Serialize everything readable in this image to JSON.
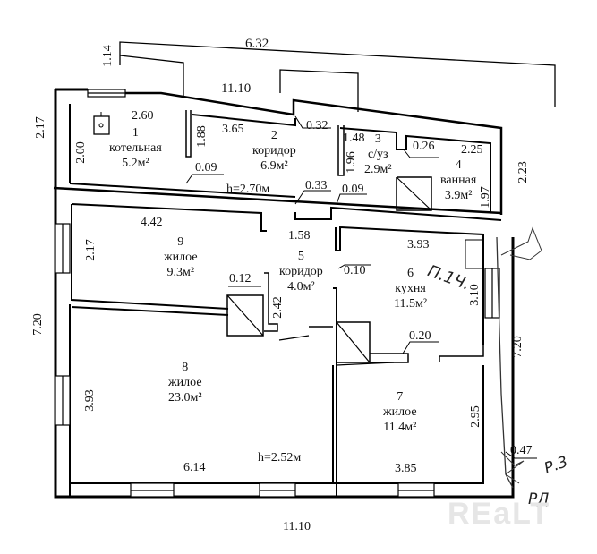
{
  "plan": {
    "rooms": [
      {
        "num": "1",
        "name": "котельная",
        "area": "5.2м²"
      },
      {
        "num": "2",
        "name": "коридор",
        "area": "6.9м²"
      },
      {
        "num": "3",
        "name": "с/уз",
        "area": "2.9м²"
      },
      {
        "num": "4",
        "name": "ванная",
        "area": "3.9м²"
      },
      {
        "num": "5",
        "name": "коридор",
        "area": "4.0м²"
      },
      {
        "num": "6",
        "name": "кухня",
        "area": "11.5м²"
      },
      {
        "num": "7",
        "name": "жилое",
        "area": "11.4м²"
      },
      {
        "num": "8",
        "name": "жилое",
        "area": "23.0м²"
      },
      {
        "num": "9",
        "name": "жилое",
        "area": "9.3м²"
      }
    ],
    "dimensions": {
      "top_ext": "6.32",
      "ext_left_114": "1.14",
      "top_1110": "11.10",
      "left_217": "2.17",
      "r1_260": "2.60",
      "r1_200": "2.00",
      "r2_188": "1.88",
      "r2_365": "3.65",
      "d_032": "0.32",
      "d_009a": "0.09",
      "h_upper": "h=2.70м",
      "r3_148": "1.48",
      "r3_196": "1.96",
      "d_026": "0.26",
      "r4_225": "2.25",
      "r4_197": "1.97",
      "right_223": "2.23",
      "d_033": "0.33",
      "d_009b": "0.09",
      "r9_442": "4.42",
      "r9_217": "2.17",
      "d_012": "0.12",
      "r5_158": "1.58",
      "r5_242": "2.42",
      "d_010": "0.10",
      "r6_393": "3.93",
      "r6_310": "3.10",
      "d_020": "0.20",
      "left_720": "7.20",
      "right_720": "7.20",
      "r8_393": "3.93",
      "r8_614": "6.14",
      "h_lower": "h=2.52м",
      "r7_295": "2.95",
      "r7_385": "3.85",
      "d_047": "0.47",
      "bottom_1110": "11.10"
    },
    "handwritten": {
      "note_kitchen": "П.1Ч.",
      "note_r1": "Р.3",
      "note_r2": "РД"
    },
    "watermark": "REaLT"
  }
}
